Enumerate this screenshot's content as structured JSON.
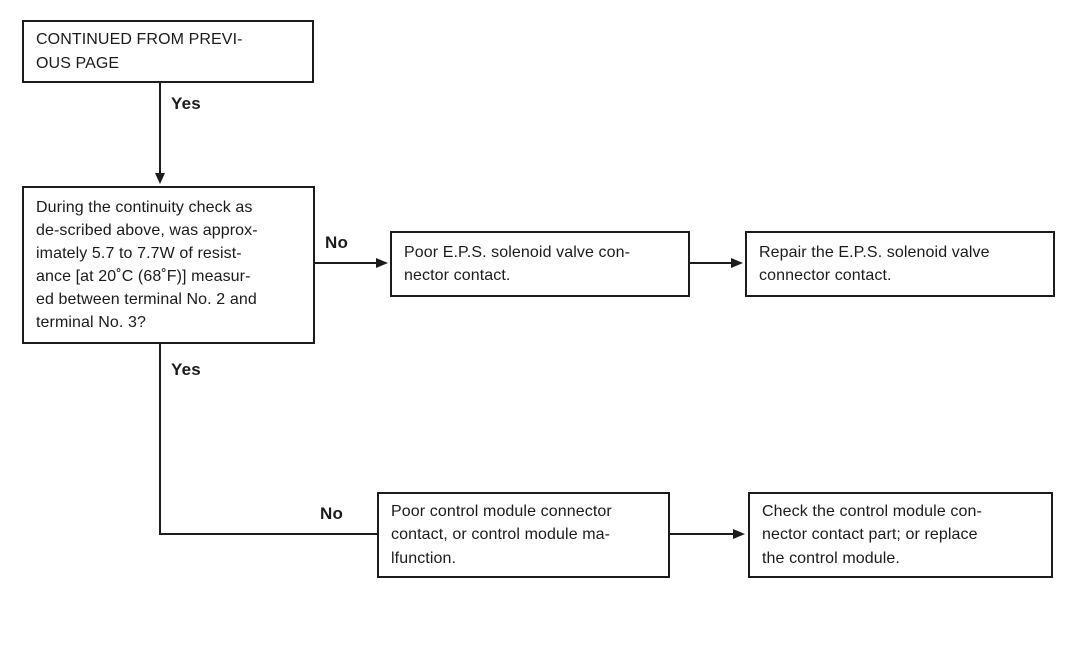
{
  "colors": {
    "line": "#1c1c1c",
    "text": "#1b1b1b",
    "background": "#ffffff"
  },
  "diagram": {
    "type": "flowchart",
    "nodes": {
      "continued": {
        "text": "CONTINUED FROM PREVI-\nOUS PAGE"
      },
      "question": {
        "text": "During the continuity check as\nde-scribed above, was approx-\nimately 5.7 to 7.7W of resist-\nance [at 20˚C (68˚F)] measur-\ned between terminal No. 2 and\nterminal No. 3?"
      },
      "poor_solenoid_contact": {
        "text": "Poor E.P.S. solenoid valve con-\nnector contact."
      },
      "repair_solenoid_contact": {
        "text": "Repair the E.P.S. solenoid valve\nconnector contact."
      },
      "poor_module_contact": {
        "text": "Poor control module connector\ncontact, or control module ma-\nlfunction."
      },
      "check_module": {
        "text": "Check the control module con-\nnector contact part; or replace\nthe control module."
      }
    },
    "labels": {
      "yes1": "Yes",
      "no1": "No",
      "yes2": "Yes",
      "no2": "No"
    },
    "edges": [
      "continued -> question (Yes)",
      "question -> poor_solenoid_contact (No)",
      "poor_solenoid_contact -> repair_solenoid_contact",
      "question -> poor_module_contact (Yes ... No)",
      "poor_module_contact -> check_module"
    ]
  }
}
